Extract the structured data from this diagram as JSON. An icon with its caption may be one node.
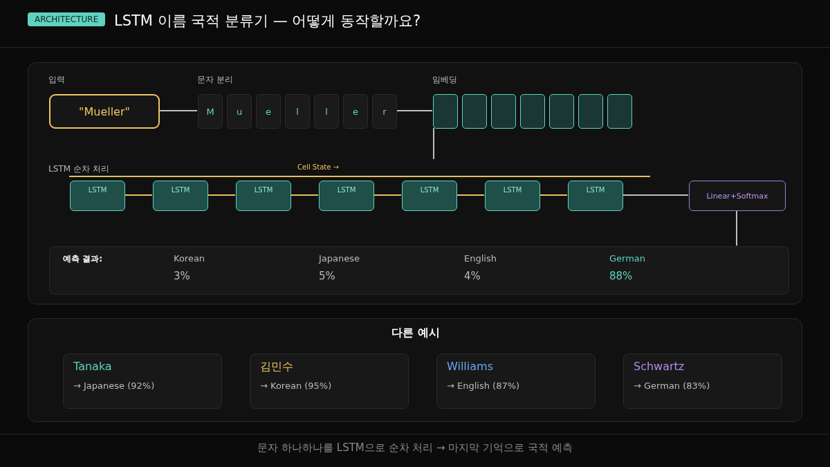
{
  "diagram": {
    "title": "LSTM 이름 국적 분류기 — 어떻게 동작할까요?",
    "caption": "문자 하나하나를 LSTM으로 순차 처리 → 마지막 기억으로 국적 예측",
    "nodes": [
      {
        "text": [],
        "shape": "box"
      },
      {
        "text": [
          "\"Mueller\""
        ],
        "in": 0
      },
      {
        "text": [
          "M"
        ],
        "in": 0
      },
      {
        "text": [
          "u"
        ],
        "in": 0
      },
      {
        "text": [
          "e"
        ],
        "in": 0
      },
      {
        "text": [
          "l"
        ],
        "in": 0
      },
      {
        "text": [
          "l"
        ],
        "in": 0
      },
      {
        "text": [
          "e"
        ],
        "in": 0
      },
      {
        "text": [
          "r"
        ],
        "in": 0
      },
      {
        "text": [],
        "shape": "box",
        "in": 0
      },
      {
        "text": [],
        "shape": "box",
        "in": 0
      },
      {
        "text": [],
        "shape": "box",
        "in": 0
      },
      {
        "text": [],
        "shape": "box",
        "in": 0
      },
      {
        "text": [],
        "shape": "box",
        "in": 0
      },
      {
        "text": [],
        "shape": "box",
        "in": 0
      },
      {
        "text": [],
        "shape": "box",
        "in": 0
      },
      {
        "text": [
          "LSTM"
        ],
        "in": 0
      },
      {
        "text": [
          "LSTM"
        ],
        "in": 0
      },
      {
        "text": [
          "LSTM"
        ],
        "in": 0
      },
      {
        "text": [
          "LSTM"
        ],
        "in": 0
      },
      {
        "text": [
          "LSTM"
        ],
        "in": 0
      },
      {
        "text": [
          "LSTM"
        ],
        "in": 0
      },
      {
        "text": [
          "LSTM"
        ],
        "in": 0
      },
      {
        "text": [
          "Linear+Softmax"
        ],
        "in": 0
      },
      {
        "text": [
          "예측 결과:",
          "Korean",
          "Japanese",
          "English",
          "German",
          "3%",
          "5%",
          "4%",
          "88%"
        ],
        "in": 0
      },
      {
        "text": [
          "다른 예시"
        ]
      },
      {
        "text": [
          "Tanaka",
          "→ Japanese (92%)"
        ],
        "in": 25
      },
      {
        "text": [
          "김민수",
          "→ Korean (95%)"
        ],
        "in": 25
      },
      {
        "text": [
          "Williams",
          "→ English (87%)"
        ],
        "in": 25
      },
      {
        "text": [
          "Schwartz",
          "→ German (83%)"
        ],
        "in": 25
      }
    ],
    "edges": [
      {
        "from": 1,
        "to": 2,
        "arrow": "none",
        "color": "#bfbfbf"
      },
      {
        "from": 8,
        "to": 9,
        "arrow": "none",
        "color": "#bfbfbf"
      },
      {
        "from": 9,
        "to": null,
        "arrow": "none",
        "color": "#bfbfbf"
      },
      {
        "from": 16,
        "to": 17,
        "arrow": "none"
      },
      {
        "from": 17,
        "to": 18,
        "arrow": "none"
      },
      {
        "from": 18,
        "to": 19,
        "arrow": "none"
      },
      {
        "from": 19,
        "to": 20,
        "arrow": "none"
      },
      {
        "from": 20,
        "to": 21,
        "arrow": "none"
      },
      {
        "from": 21,
        "to": 22,
        "arrow": "none"
      },
      {
        "from": 22,
        "to": 23,
        "arrow": "none",
        "color": "#bfbfbf"
      },
      {
        "from": 23,
        "to": 24,
        "arrow": "none",
        "color": "#bfbfbf"
      }
    ],
    "labels": [
      "ARCHITECTURE",
      "입력",
      "문자 분리",
      "임베딩",
      "LSTM 순차 처리",
      "Cell State →"
    ]
  }
}
